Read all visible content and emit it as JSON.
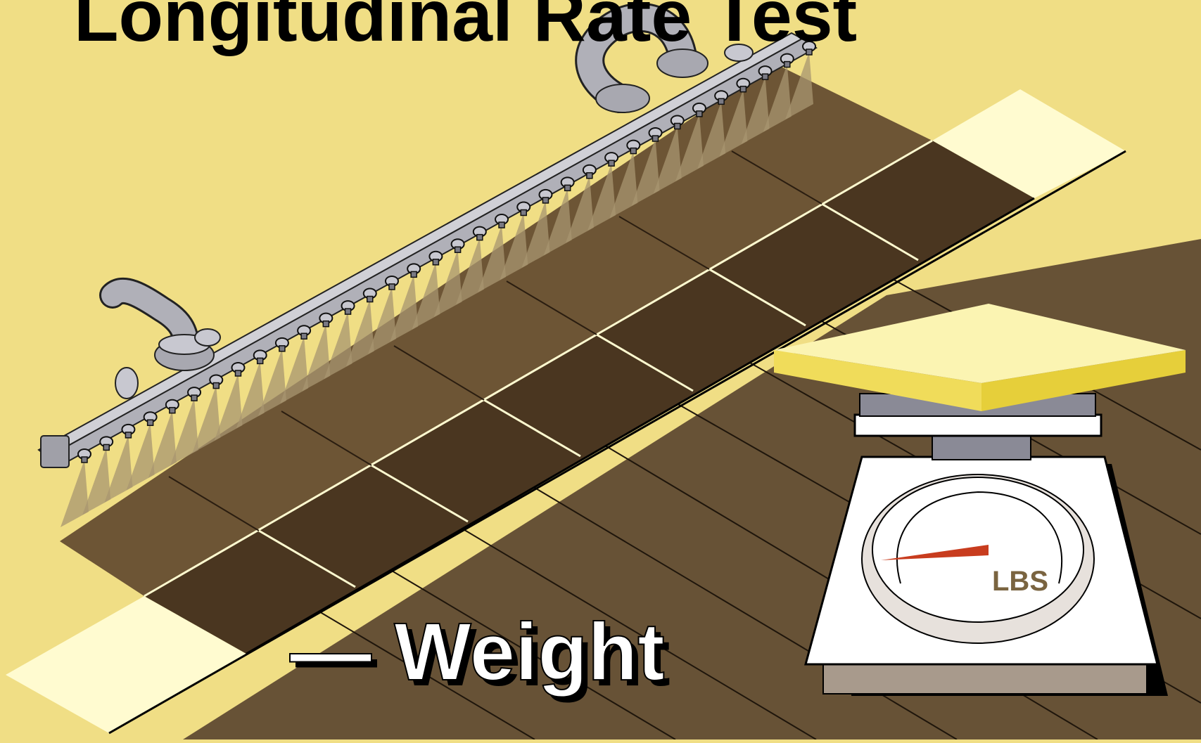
{
  "title": "Longitudinal Rate Test",
  "weight_label": "— Weight",
  "scale": {
    "unit_label": "LBS"
  },
  "colors": {
    "background": "#f0de85",
    "floor": "#675236",
    "floor_dark": "#4a3620",
    "paper_light": "#fffbd0",
    "pipe": "#b0b0b8",
    "pipe_dark": "#6f6f78",
    "scale_body": "#ffffff",
    "scale_pan": "#fbf4b2",
    "scale_pan_edge": "#e6cf3a",
    "needle": "#c83c1e",
    "lbs_text": "#7a6440"
  },
  "icons": [
    "spray-boom-icon",
    "nozzle-icon",
    "weighing-scale-icon"
  ]
}
